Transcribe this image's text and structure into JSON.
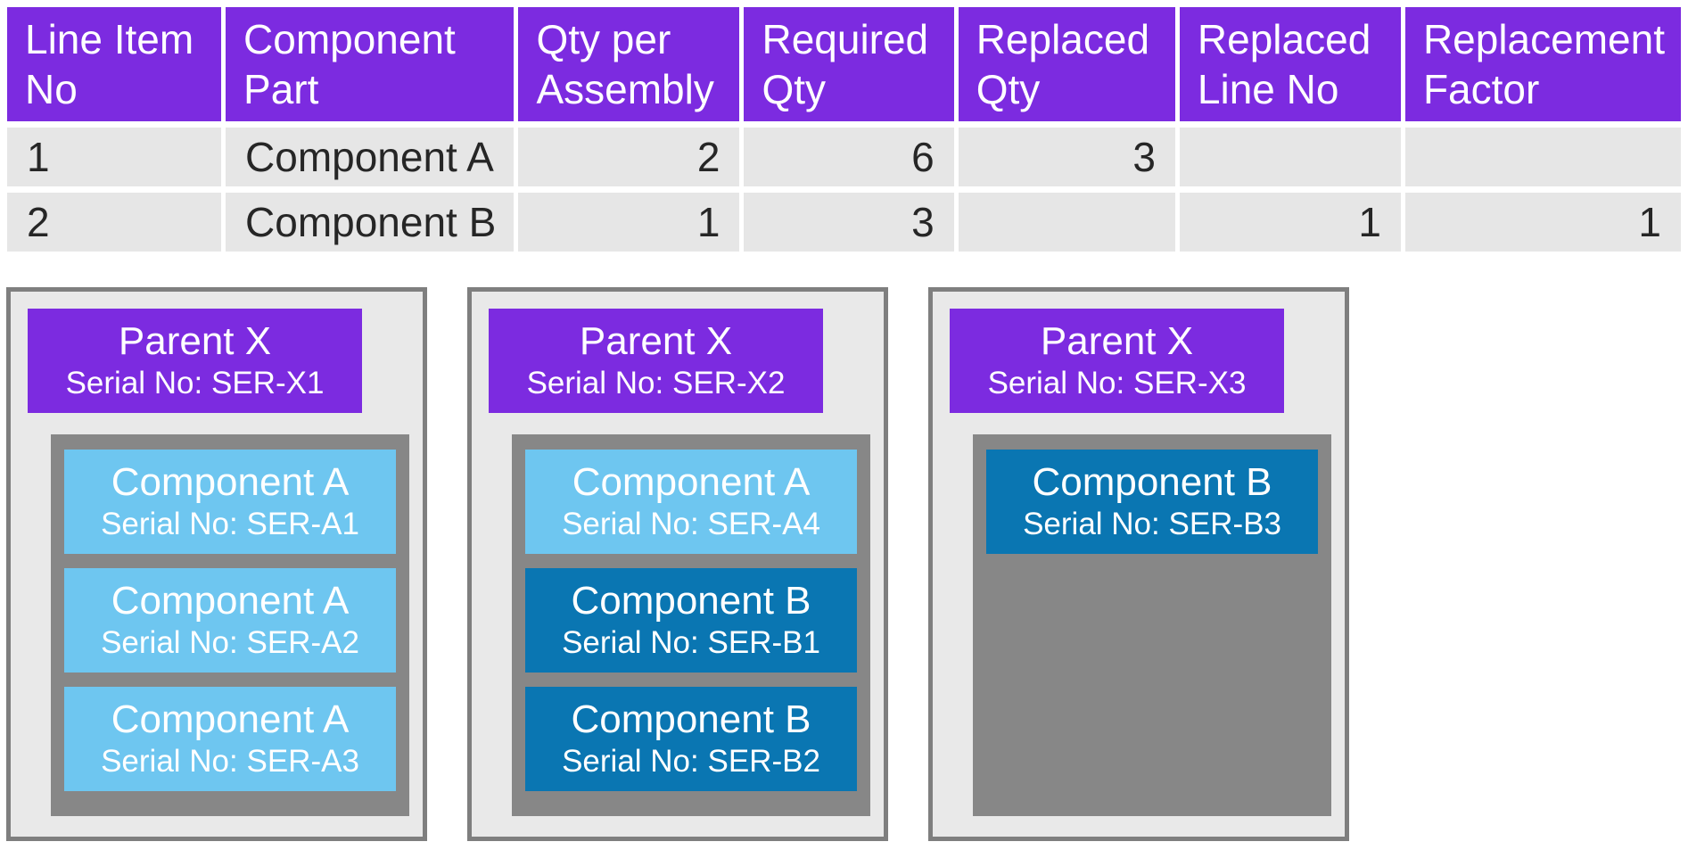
{
  "table": {
    "columns": [
      {
        "label": "Line Item No",
        "align": "left"
      },
      {
        "label": "Component Part",
        "align": "left"
      },
      {
        "label": "Qty per Assembly",
        "align": "right"
      },
      {
        "label": "Required Qty",
        "align": "right"
      },
      {
        "label": "Replaced Qty",
        "align": "right"
      },
      {
        "label": "Replaced Line No",
        "align": "right"
      },
      {
        "label": "Replacement Factor",
        "align": "right"
      }
    ],
    "rows": [
      [
        "1",
        "Component A",
        "2",
        "6",
        "3",
        "",
        ""
      ],
      [
        "2",
        "Component B",
        "1",
        "3",
        "",
        "1",
        "1"
      ]
    ]
  },
  "assemblies": [
    {
      "parent_name": "Parent X",
      "parent_serial": "Serial No: SER-X1",
      "components": [
        {
          "name": "Component A",
          "serial": "Serial No: SER-A1",
          "variant": "A"
        },
        {
          "name": "Component A",
          "serial": "Serial No: SER-A2",
          "variant": "A"
        },
        {
          "name": "Component A",
          "serial": "Serial No: SER-A3",
          "variant": "A"
        }
      ]
    },
    {
      "parent_name": "Parent X",
      "parent_serial": "Serial No: SER-X2",
      "components": [
        {
          "name": "Component A",
          "serial": "Serial No: SER-A4",
          "variant": "A"
        },
        {
          "name": "Component B",
          "serial": "Serial No: SER-B1",
          "variant": "B"
        },
        {
          "name": "Component B",
          "serial": "Serial No: SER-B2",
          "variant": "B"
        }
      ]
    },
    {
      "parent_name": "Parent X",
      "parent_serial": "Serial No: SER-X3",
      "components": [
        {
          "name": "Component B",
          "serial": "Serial No: SER-B3",
          "variant": "B"
        }
      ]
    }
  ],
  "colors": {
    "header_purple": "#7C2BE0",
    "row_gray": "#E6E6E6",
    "component_a_blue": "#6EC6F0",
    "component_b_blue": "#0A76B2",
    "inner_container_gray": "#878787",
    "assembly_bg_gray": "#E9E9E9",
    "assembly_border_gray": "#7F7F7F",
    "body_text": "#262626",
    "header_text": "#FFFFFF"
  }
}
